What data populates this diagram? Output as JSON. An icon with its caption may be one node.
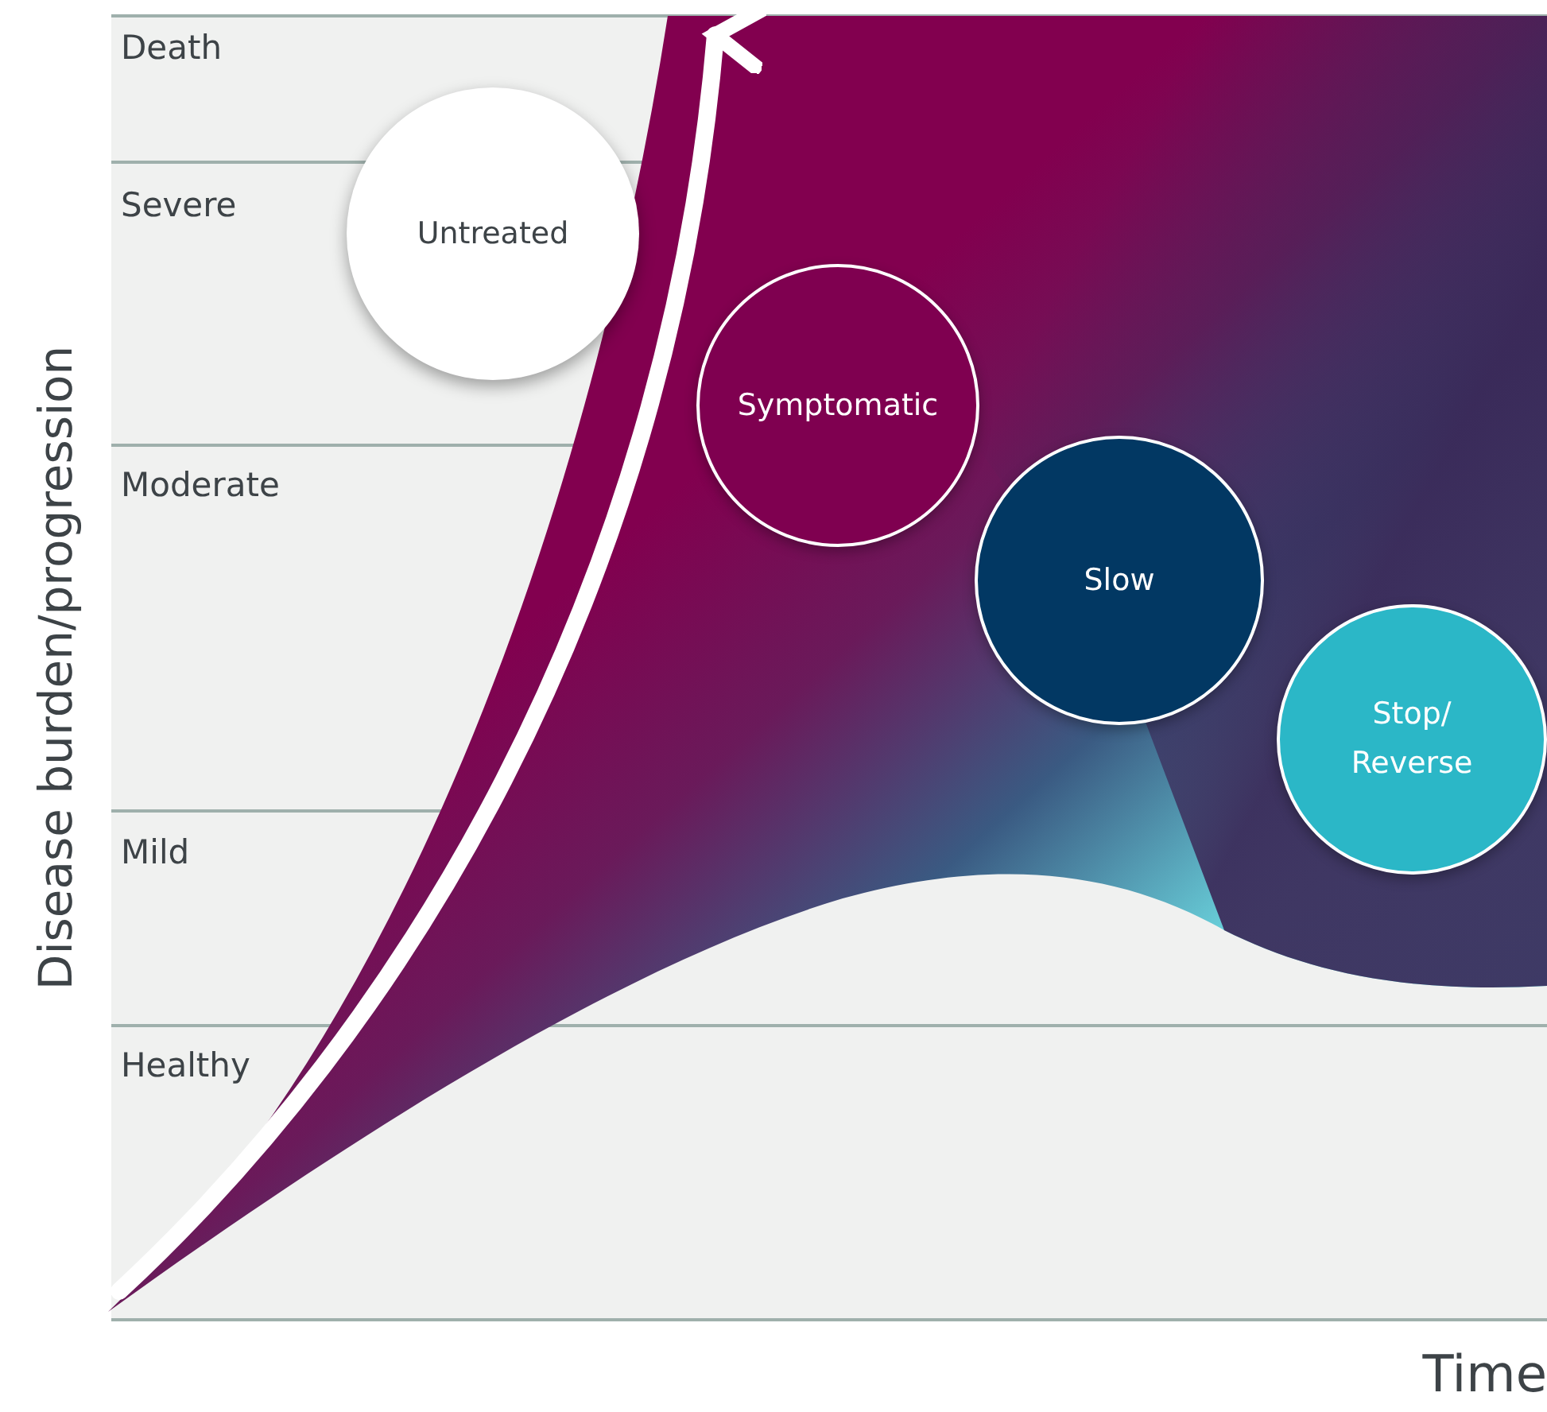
{
  "diagram": {
    "nodes": [
      {
        "text": [
          "Untreated"
        ]
      },
      {
        "text": [
          "Symptomatic"
        ]
      },
      {
        "text": [
          "Slow"
        ]
      },
      {
        "text": [
          "Stop/ Reverse"
        ]
      }
    ],
    "labels": [
      "Death",
      "Severe",
      "Moderate",
      "Mild",
      "Healthy",
      "Disease burden/progression",
      "Time"
    ]
  }
}
